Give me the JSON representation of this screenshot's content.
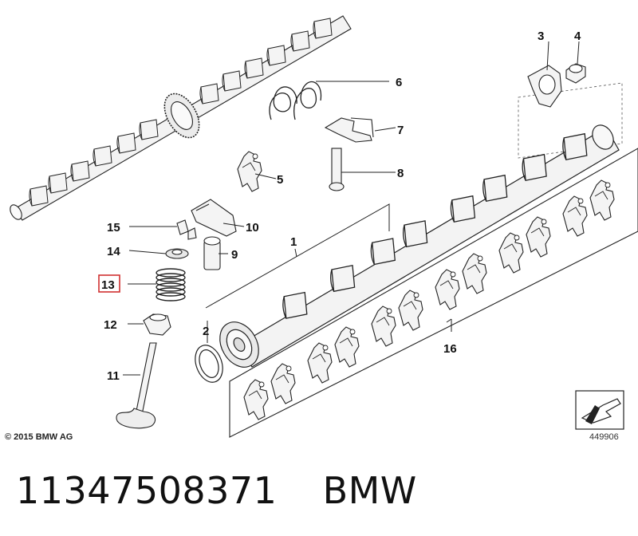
{
  "diagram": {
    "labels": [
      "1",
      "2",
      "3",
      "4",
      "5",
      "6",
      "7",
      "8",
      "9",
      "10",
      "11",
      "12",
      "13",
      "14",
      "15",
      "16"
    ],
    "highlighted_label": "13",
    "highlight_color": "#d03030",
    "line_color": "#222222",
    "part_fill": "#f2f2f2",
    "copyright": "© 2015 BMW AG",
    "image_number": "449906"
  },
  "footer": {
    "part_number": "11347508371",
    "brand": "BMW"
  }
}
